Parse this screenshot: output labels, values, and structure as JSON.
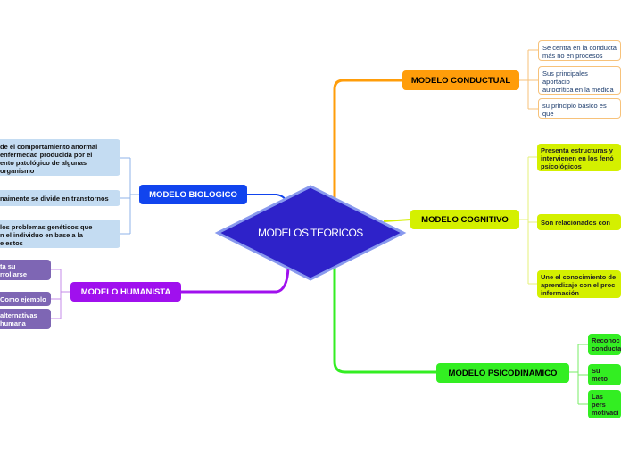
{
  "colors": {
    "center": "#2e22c9",
    "conductual": "#ff9d0a",
    "cognitivo": "#d4f000",
    "psicodinamico": "#33ee22",
    "biologico": "#1144ee",
    "humanista": "#a010ee"
  },
  "center": {
    "label": "MODELOS TEORICOS"
  },
  "branches": {
    "conductual": {
      "label": "MODELO CONDUCTUAL",
      "leaves": [
        "Se centra en la conducta\nmás no en procesos incon",
        "Sus principales aportacio\nautocrítica en la medida d\nevaluación de sus postula",
        "su principio básico es que\ndesequilibrada ha sido ap"
      ]
    },
    "cognitivo": {
      "label": "MODELO COGNITIVO",
      "leaves": [
        "Presenta estructuras y\nintervienen en los fenó\npsicológicos",
        "Son relacionados con",
        "Une el conocimiento de\naprendizaje con el proc\ninformación"
      ]
    },
    "psicodinamico": {
      "label": "MODELO PSICODINAMICO",
      "leaves": [
        "Reconoc\nconducta",
        "Su meto\ncasos",
        "Las pers\nmotivaci\nrelevant"
      ]
    },
    "biologico": {
      "label": "MODELO BIOLOGICO",
      "leaves": [
        "de el comportamiento anormal\nenfermedad producida por el\nento patológico de algunas\norganismo",
        "naimente se divide en transtornos",
        "los problemas genéticos que\nn el individuo en base a la\ne estos"
      ]
    },
    "humanista": {
      "label": "MODELO HUMANISTA",
      "leaves": [
        "ta su\nrrollarse",
        "Como ejemplo",
        "alternativas\nhumana"
      ]
    }
  }
}
